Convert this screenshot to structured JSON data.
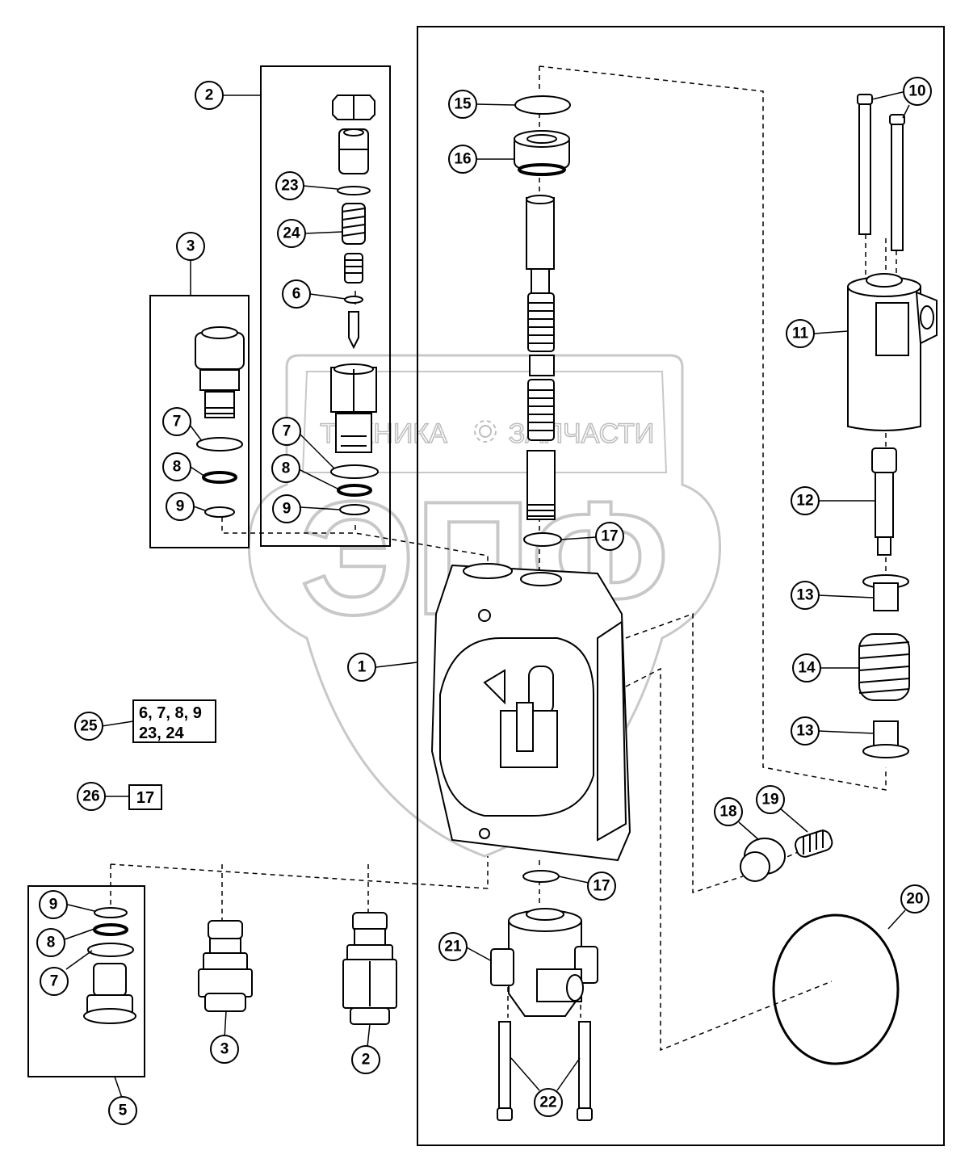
{
  "diagram": {
    "type": "exploded-parts-view",
    "subject": "hydraulic valve section",
    "watermark": {
      "big_letters": "ЭПФ",
      "left_word": "ТЕХНИКА",
      "right_word": "ЗАПЧАСТИ"
    },
    "callouts": [
      {
        "id": "c1",
        "label": "1",
        "part": "valve body"
      },
      {
        "id": "c2a",
        "label": "2",
        "part": "relief valve assembly (kit box)"
      },
      {
        "id": "c2b",
        "label": "2",
        "part": "relief valve cartridge"
      },
      {
        "id": "c3a",
        "label": "3",
        "part": "check valve assembly (kit box)"
      },
      {
        "id": "c3b",
        "label": "3",
        "part": "check valve cartridge"
      },
      {
        "id": "c5",
        "label": "5",
        "part": "plug assembly (kit box)"
      },
      {
        "id": "c6",
        "label": "6",
        "part": "washer"
      },
      {
        "id": "c7a",
        "label": "7",
        "part": "o-ring"
      },
      {
        "id": "c7b",
        "label": "7",
        "part": "o-ring"
      },
      {
        "id": "c7c",
        "label": "7",
        "part": "o-ring"
      },
      {
        "id": "c8a",
        "label": "8",
        "part": "backup ring"
      },
      {
        "id": "c8b",
        "label": "8",
        "part": "backup ring"
      },
      {
        "id": "c8c",
        "label": "8",
        "part": "backup ring"
      },
      {
        "id": "c9a",
        "label": "9",
        "part": "o-ring"
      },
      {
        "id": "c9b",
        "label": "9",
        "part": "o-ring"
      },
      {
        "id": "c9c",
        "label": "9",
        "part": "o-ring"
      },
      {
        "id": "c10",
        "label": "10",
        "part": "cap screws"
      },
      {
        "id": "c11",
        "label": "11",
        "part": "spring cap housing"
      },
      {
        "id": "c12",
        "label": "12",
        "part": "spool bolt"
      },
      {
        "id": "c13a",
        "label": "13",
        "part": "spring seat"
      },
      {
        "id": "c13b",
        "label": "13",
        "part": "spring seat"
      },
      {
        "id": "c14",
        "label": "14",
        "part": "centering spring"
      },
      {
        "id": "c15",
        "label": "15",
        "part": "o-ring"
      },
      {
        "id": "c16",
        "label": "16",
        "part": "seal retainer"
      },
      {
        "id": "c17a",
        "label": "17",
        "part": "o-ring"
      },
      {
        "id": "c17b",
        "label": "17",
        "part": "o-ring"
      },
      {
        "id": "c18",
        "label": "18",
        "part": "plug"
      },
      {
        "id": "c19",
        "label": "19",
        "part": "spring"
      },
      {
        "id": "c20",
        "label": "20",
        "part": "o-ring seal"
      },
      {
        "id": "c21",
        "label": "21",
        "part": "end cap housing"
      },
      {
        "id": "c22",
        "label": "22",
        "part": "cap screws"
      },
      {
        "id": "c23",
        "label": "23",
        "part": "washer"
      },
      {
        "id": "c24",
        "label": "24",
        "part": "spring"
      },
      {
        "id": "c25",
        "label": "25",
        "part": "seal kit"
      },
      {
        "id": "c26",
        "label": "26",
        "part": "o-ring kit"
      }
    ],
    "kits": [
      {
        "callout": "25",
        "line1": "6, 7, 8, 9",
        "line2": "23, 24"
      },
      {
        "callout": "26",
        "line1": "17",
        "line2": ""
      }
    ]
  }
}
